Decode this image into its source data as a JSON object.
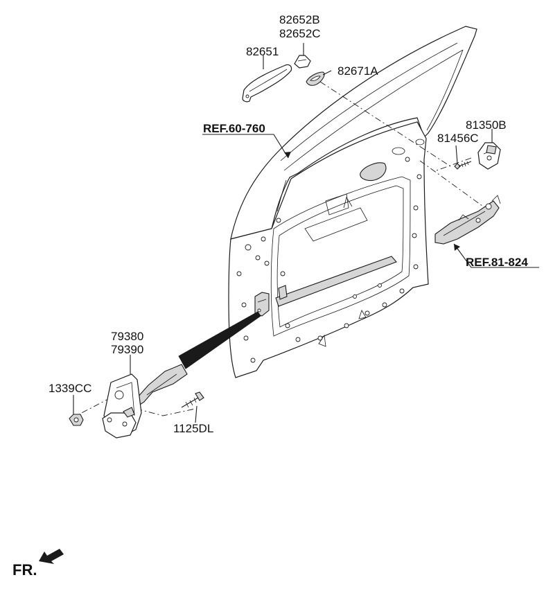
{
  "labels": {
    "p82652b": "82652B",
    "p82652c": "82652C",
    "p82651": "82651",
    "p82671a": "82671A",
    "ref_60_760": "REF.60-760",
    "p81350b": "81350B",
    "p81456c": "81456C",
    "ref_81_824": "REF.81-824",
    "p79380": "79380",
    "p79390": "79390",
    "p1339cc": "1339CC",
    "p1125dl": "1125DL"
  },
  "direction_marker": {
    "text": "FR."
  }
}
